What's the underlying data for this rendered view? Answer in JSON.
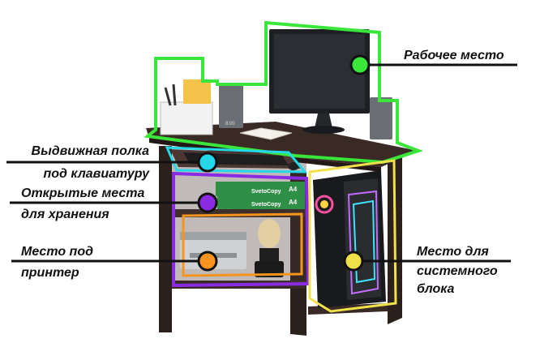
{
  "labels": {
    "workspace": "Рабочее место",
    "keyboard_shelf": {
      "line1": "Выдвижная полка",
      "line2": "под клавиатуру"
    },
    "open_storage": {
      "line1": "Открытые места",
      "line2": "для хранения"
    },
    "printer_place": {
      "line1": "Место под",
      "line2": "принтер"
    },
    "system_unit": {
      "line1": "Место для",
      "line2": "системного",
      "line3": "блока"
    }
  },
  "product_prints": {
    "paper_brand": "SvetoCopy",
    "paper_size": "A4",
    "clock_time": "8:00"
  },
  "colors": {
    "workspace_zone": "#39e639",
    "keyboard_zone": "#25d8e8",
    "storage_zone": "#8a2be2",
    "printer_zone": "#f7941d",
    "system_unit_zone": "#f0e04a",
    "desk_wood": "#3a2a26",
    "leader_line": "#111111"
  }
}
